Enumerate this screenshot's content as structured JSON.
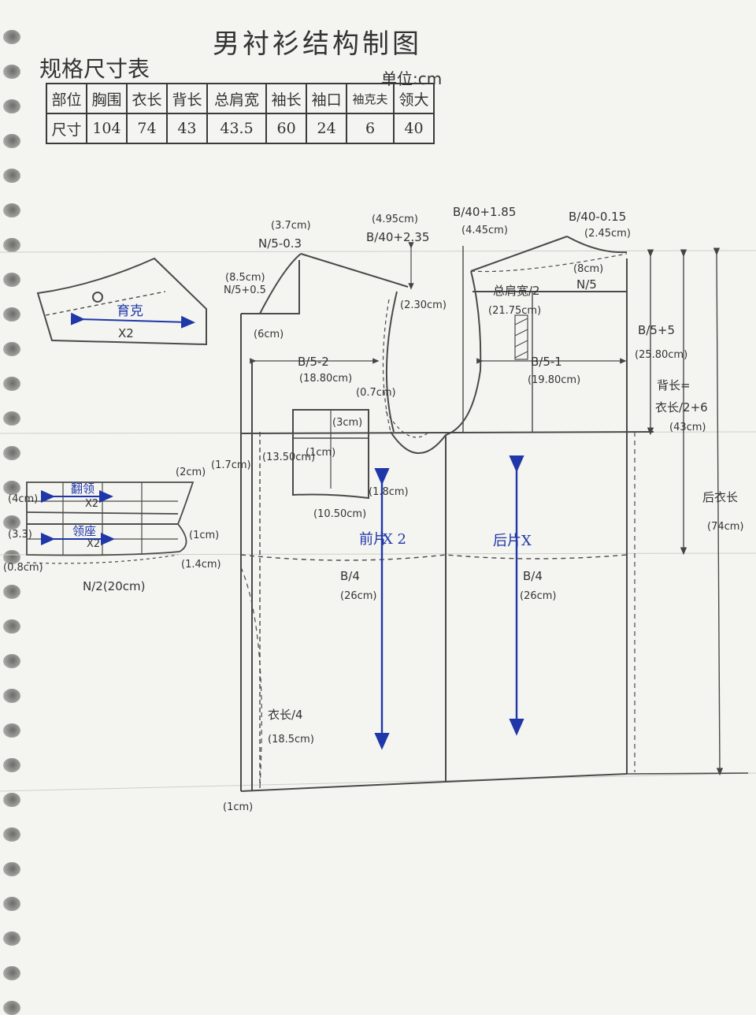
{
  "title": "男衬衫结构制图",
  "spec_table": {
    "title": "规格尺寸表",
    "unit": "单位:cm",
    "headers": [
      "部位",
      "胸围",
      "衣长",
      "背长",
      "总肩宽",
      "袖长",
      "袖口",
      "袖克夫",
      "领大"
    ],
    "row_label": "尺寸",
    "values": [
      "104",
      "74",
      "43",
      "43.5",
      "60",
      "24",
      "6",
      "40"
    ]
  },
  "yoke_piece": {
    "label": "育克",
    "count": "X2"
  },
  "collar_pieces": {
    "collar_label": "翻领",
    "collar_count": "X2",
    "stand_label": "领座",
    "stand_count": "X2",
    "width_label": "N/2(20cm)",
    "dims": [
      "(4cm)",
      "(3.3)",
      "(0.8cm)",
      "(2cm)",
      "(1cm)",
      "(1.4cm)"
    ]
  },
  "front_labels": {
    "neck_width_note": "(3.7cm)",
    "neck_width": "N/5-0.3",
    "neck_depth": "N/5+0.5",
    "neck_depth_note": "(8.5cm)",
    "shoulder_drop_note": "(4.95cm)",
    "shoulder_drop": "B/40+2.35",
    "front_placket": "(6cm)",
    "armhole_gap": "(2.30cm)",
    "front_width": "B/5-2",
    "front_width_note": "(18.80cm)",
    "armhole_note": "(0.7cm)",
    "pocket_top": "(3cm)",
    "pocket_inner": "(1cm)",
    "pocket_height": "(13.50cm)",
    "pocket_width": "(10.50cm)",
    "pocket_side": "(1.8cm)",
    "front_edge": "(1.7cm)",
    "grain_label": "前片",
    "grain_count": "X 2",
    "front_chest": "B/4",
    "front_chest_note": "(26cm)",
    "hem_label": "衣长/4",
    "hem_note": "(18.5cm)",
    "hem_bottom": "(1cm)"
  },
  "back_labels": {
    "shoulder_a": "B/40+1.85",
    "shoulder_a_note": "(4.45cm)",
    "neck_rise": "B/40-0.15",
    "neck_rise_note": "(2.45cm)",
    "neck_depth_note": "(8cm)",
    "neck_width": "N/5",
    "half_shoulder": "总肩宽/2",
    "half_shoulder_note": "(21.75cm)",
    "back_width": "B/5-1",
    "back_width_note": "(19.80cm)",
    "armhole_depth": "B/5+5",
    "armhole_depth_note": "(25.80cm)",
    "back_length": "背长=",
    "back_length_formula": "衣长/2+6",
    "back_length_note": "(43cm)",
    "total_length": "后衣长",
    "total_length_note": "(74cm)",
    "grain_label": "后片",
    "grain_count": "X",
    "back_chest": "B/4",
    "back_chest_note": "(26cm)"
  },
  "colors": {
    "pencil": "#4a4a4a",
    "ink_blue": "#1f37a8",
    "paper": "#f4f4f1",
    "ruled": "#d2d2cc"
  }
}
